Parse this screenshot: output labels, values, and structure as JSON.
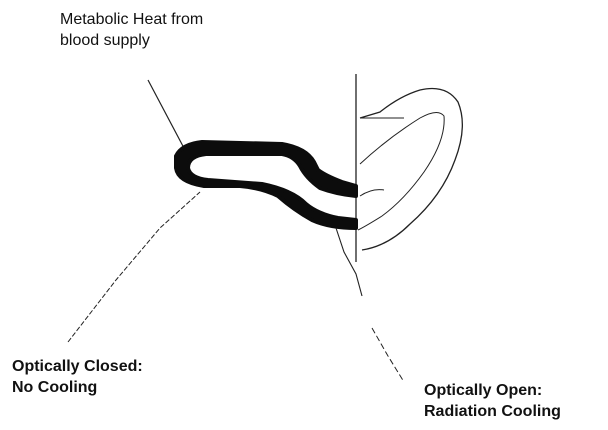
{
  "labels": {
    "metabolic_heat": [
      "Metabolic Heat from",
      "blood supply"
    ],
    "optically_closed": [
      "Optically Closed:",
      "No Cooling"
    ],
    "optically_open": [
      "Optically Open:",
      "Radiation Cooling"
    ]
  }
}
